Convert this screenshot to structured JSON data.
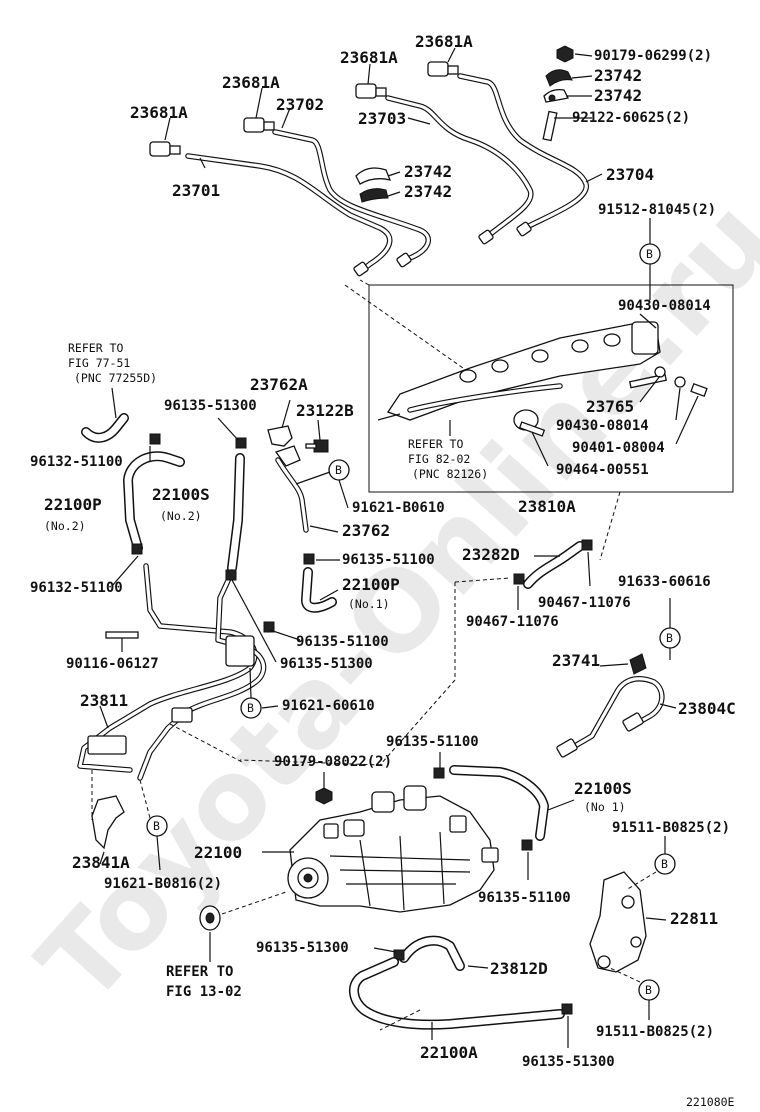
{
  "watermark": "Toyota-Online.ru",
  "figure_code": "221080E",
  "labels": {
    "l_23681A_a": "23681A",
    "l_23681A_b": "23681A",
    "l_23681A_c": "23681A",
    "l_23681A_d": "23681A",
    "l_90179_06299": "90179-06299(2)",
    "l_23742_a": "23742",
    "l_23742_b": "23742",
    "l_23702": "23702",
    "l_23703": "23703",
    "l_92122": "92122-60625(2)",
    "l_23742_c": "23742",
    "l_23742_d": "23742",
    "l_23701": "23701",
    "l_23704": "23704",
    "l_91512": "91512-81045(2)",
    "l_90430_a": "90430-08014",
    "l_ref77_1": "REFER TO",
    "l_ref77_2": "FIG 77-51",
    "l_ref77_3": "(PNC 77255D)",
    "l_23762A": "23762A",
    "l_96135_51300_a": "96135-51300",
    "l_23122B": "23122B",
    "l_23765": "23765",
    "l_90430_b": "90430-08014",
    "l_90401": "90401-08004",
    "l_ref82_1": "REFER TO",
    "l_ref82_2": "FIG 82-02",
    "l_ref82_3": "(PNC 82126)",
    "l_90464": "90464-00551",
    "l_96132_a": "96132-51100",
    "l_22100P_a": "22100P",
    "l_no2_a": "(No.2)",
    "l_22100S_a": "22100S",
    "l_no2_b": "(No.2)",
    "l_91621_B0610": "91621-B0610",
    "l_23810A": "23810A",
    "l_23762": "23762",
    "l_23282D": "23282D",
    "l_96135_51100_a": "96135-51100",
    "l_96132_b": "96132-51100",
    "l_22100P_b": "22100P",
    "l_no1_a": "(No.1)",
    "l_91633": "91633-60616",
    "l_90467_a": "90467-11076",
    "l_90467_b": "90467-11076",
    "l_96135_51100_b": "96135-51100",
    "l_90116": "90116-06127",
    "l_96135_51300_b": "96135-51300",
    "l_23741": "23741",
    "l_23811": "23811",
    "l_91621_60610": "91621-60610",
    "l_23804C": "23804C",
    "l_96135_51100_c": "96135-51100",
    "l_90179_08022": "90179-08022(2)",
    "l_22100S_b": "22100S",
    "l_no1_b": "(No 1)",
    "l_91511_a": "91511-B0825(2)",
    "l_22100": "22100",
    "l_23841A": "23841A",
    "l_91621_B0816": "91621-B0816(2)",
    "l_96135_51100_d": "96135-51100",
    "l_22811": "22811",
    "l_96135_51300_c": "96135-51300",
    "l_23812D": "23812D",
    "l_ref13_1": "REFER TO",
    "l_ref13_2": "FIG 13-02",
    "l_91511_b": "91511-B0825(2)",
    "l_22100A": "22100A",
    "l_96135_51300_d": "96135-51300"
  },
  "markers": {
    "b": "B"
  }
}
